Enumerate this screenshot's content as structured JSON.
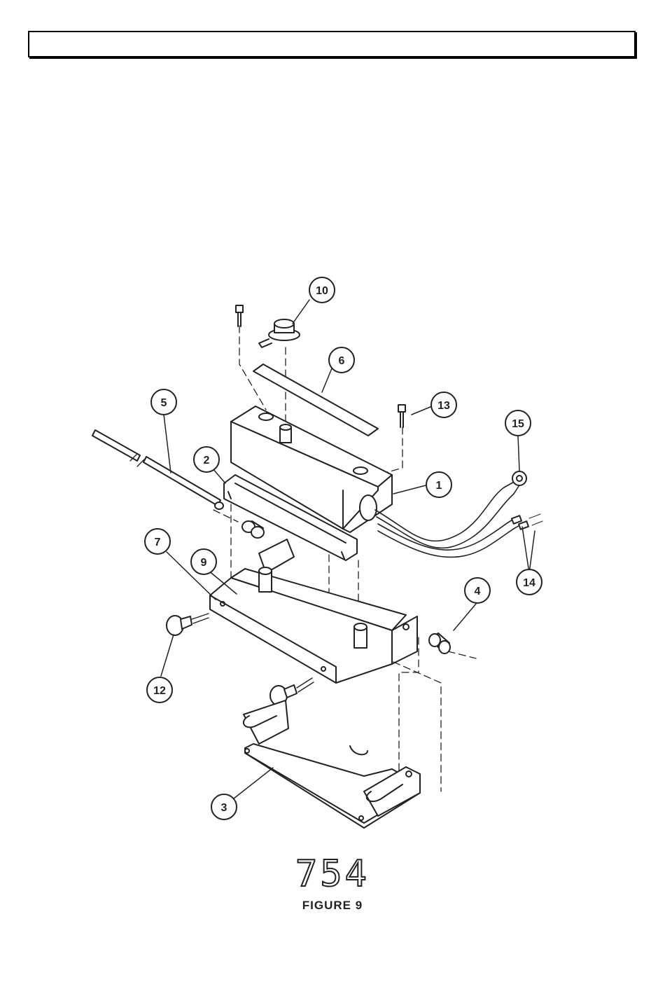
{
  "figure": {
    "model_number": "754",
    "caption": "FIGURE 9"
  },
  "callouts": [
    "1",
    "2",
    "3",
    "4",
    "5",
    "6",
    "7",
    "9",
    "10",
    "12",
    "13",
    "14",
    "15"
  ],
  "colors": {
    "line": "#222222",
    "background": "#ffffff"
  }
}
